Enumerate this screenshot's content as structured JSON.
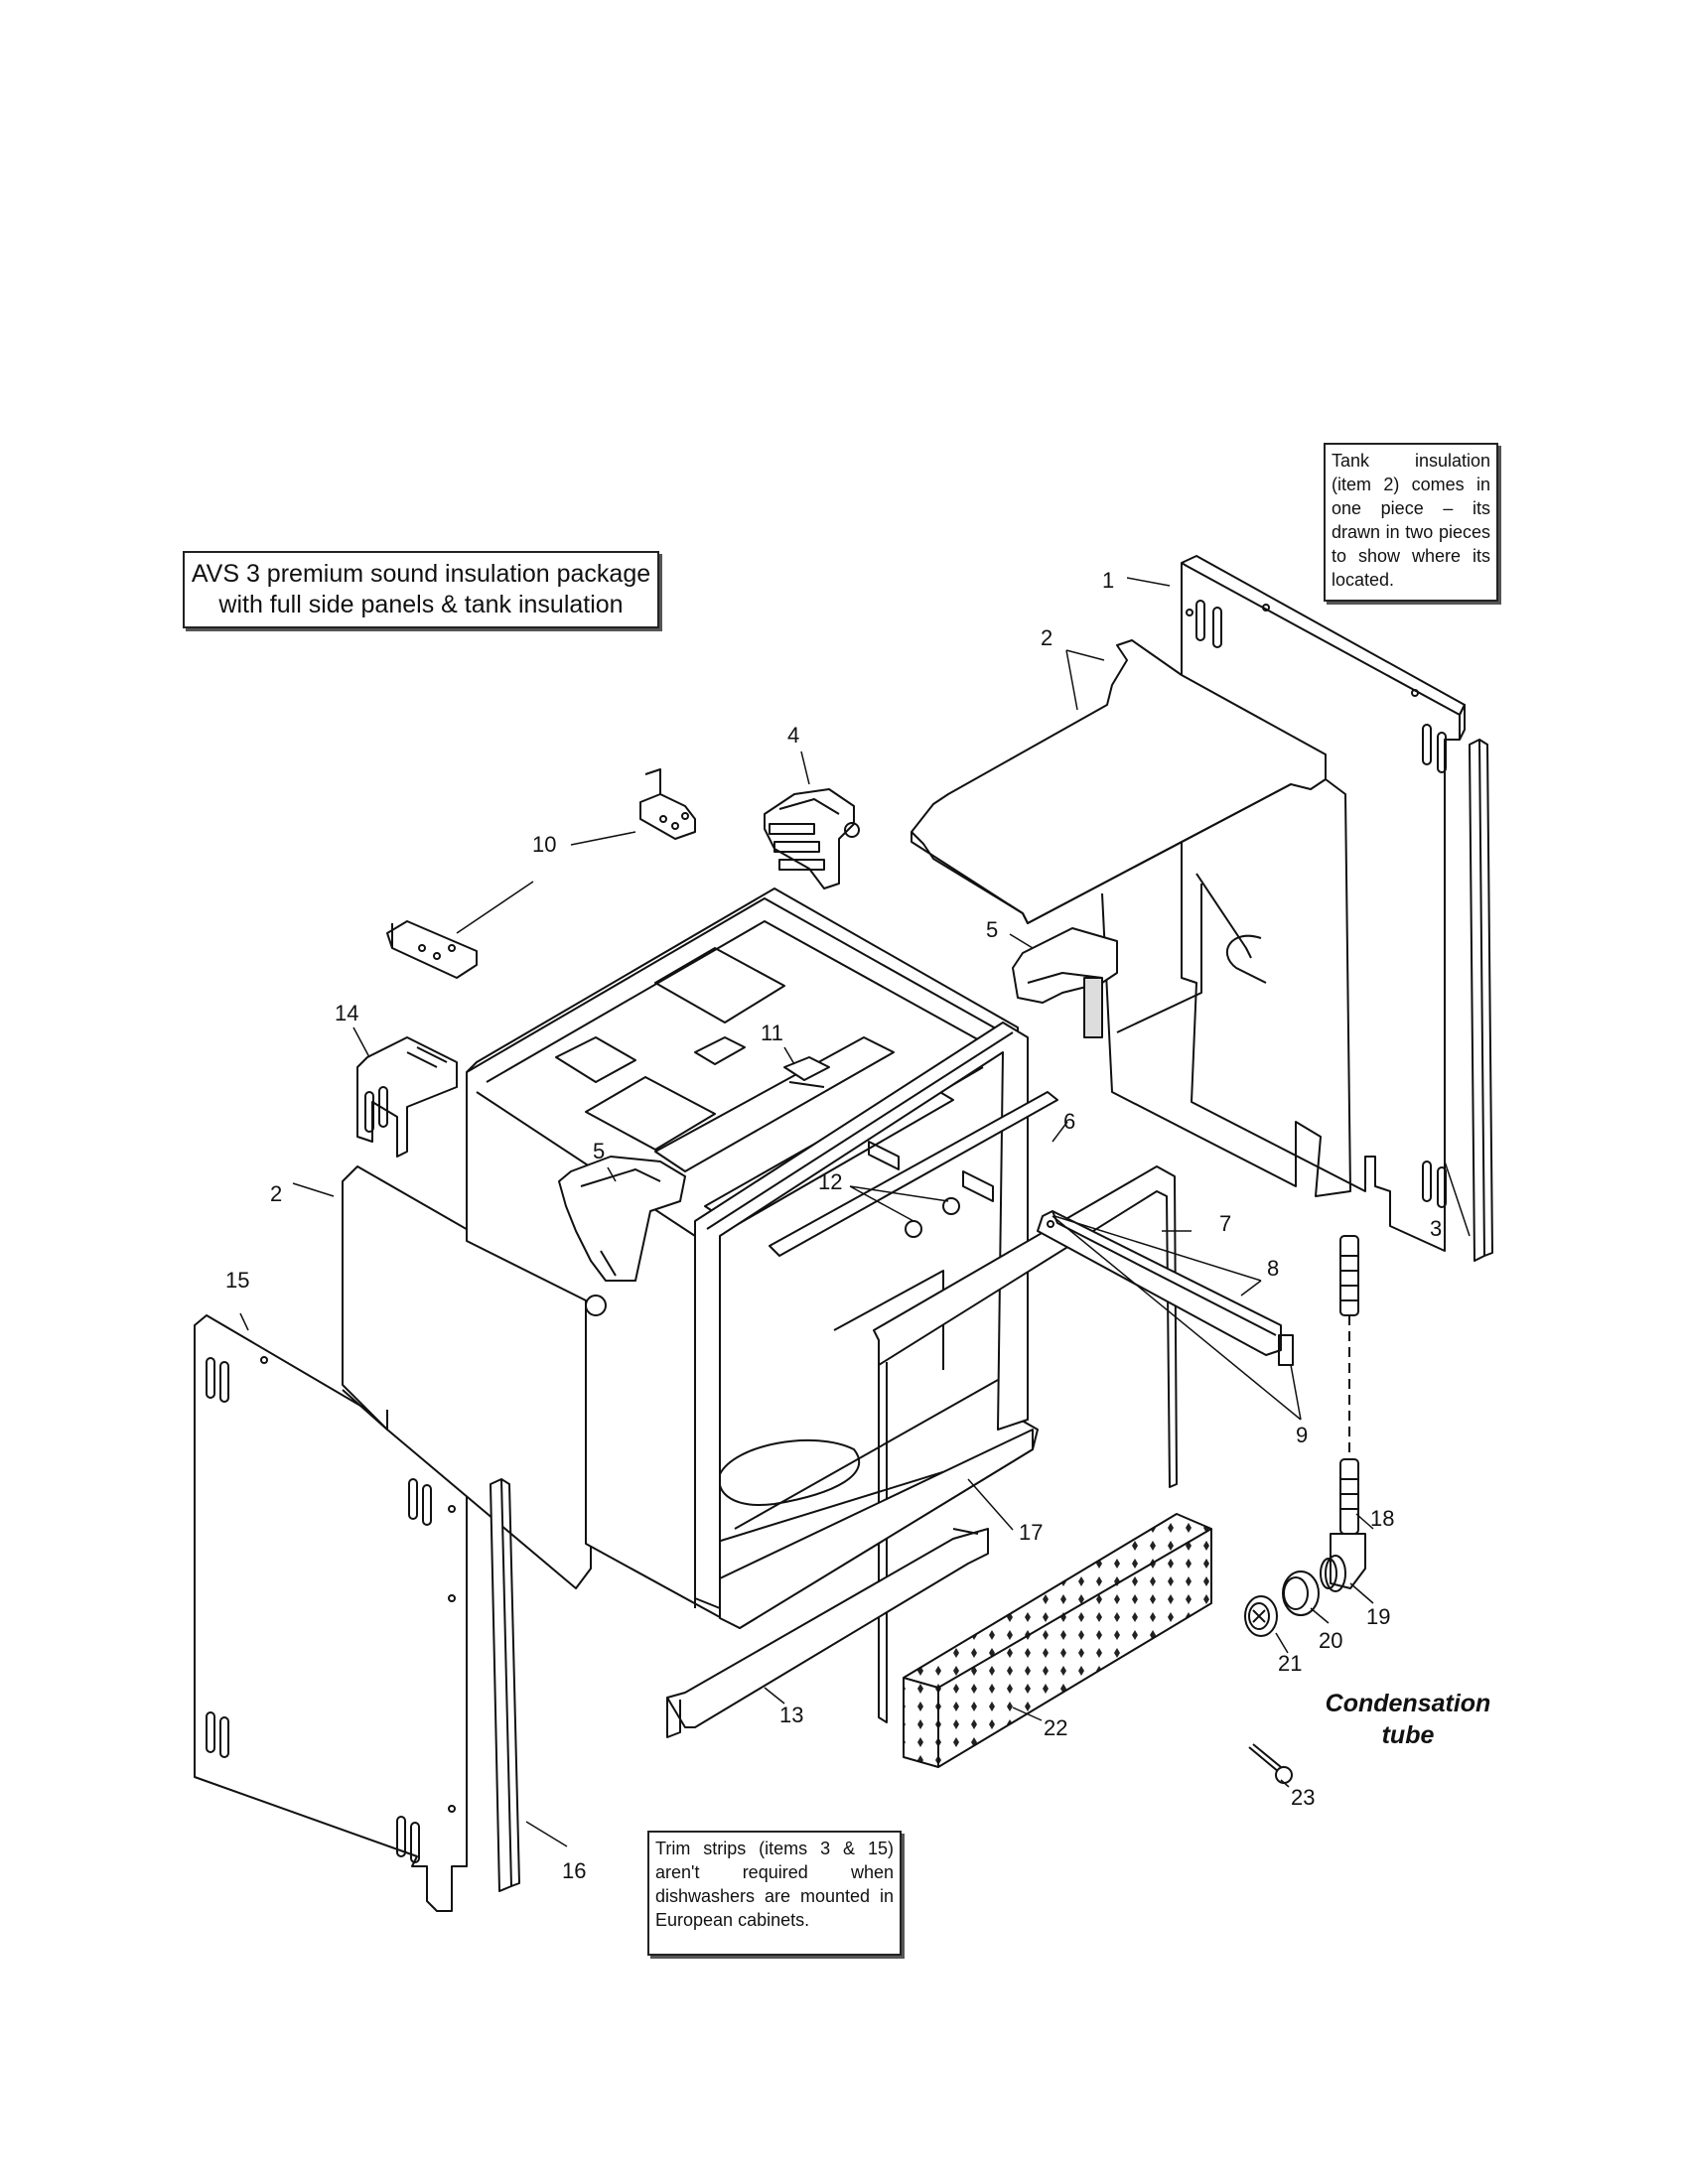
{
  "notes": {
    "package_title": "AVS 3 premium sound insulation package with full side panels & tank insulation",
    "tank_insulation": "Tank insulation (item 2) comes in one piece – its drawn in two pieces to show where its located.",
    "trim_strips": "Trim strips (items 3 & 15) aren't required when dishwashers are mounted in European cabinets."
  },
  "caption": {
    "condensation_tube": "Condensation tube"
  },
  "callouts": {
    "c1": "1",
    "c2a": "2",
    "c2b": "2",
    "c3": "3",
    "c4": "4",
    "c5a": "5",
    "c5b": "5",
    "c6": "6",
    "c7": "7",
    "c8": "8",
    "c9": "9",
    "c10": "10",
    "c11": "11",
    "c12": "12",
    "c13": "13",
    "c14": "14",
    "c15": "15",
    "c16": "16",
    "c17": "17",
    "c18": "18",
    "c19": "19",
    "c20": "20",
    "c21": "21",
    "c22": "22",
    "c23": "23"
  }
}
